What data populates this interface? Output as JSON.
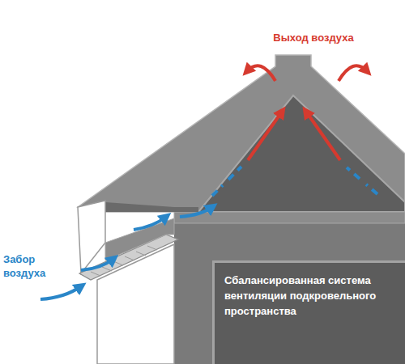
{
  "diagram": {
    "nodes": [
      {
        "text": [
          "Сбалансированная система вентиляции подкровельного пространства"
        ]
      }
    ],
    "labels": [
      "Выход воздуха",
      "Забор воздуха"
    ]
  }
}
